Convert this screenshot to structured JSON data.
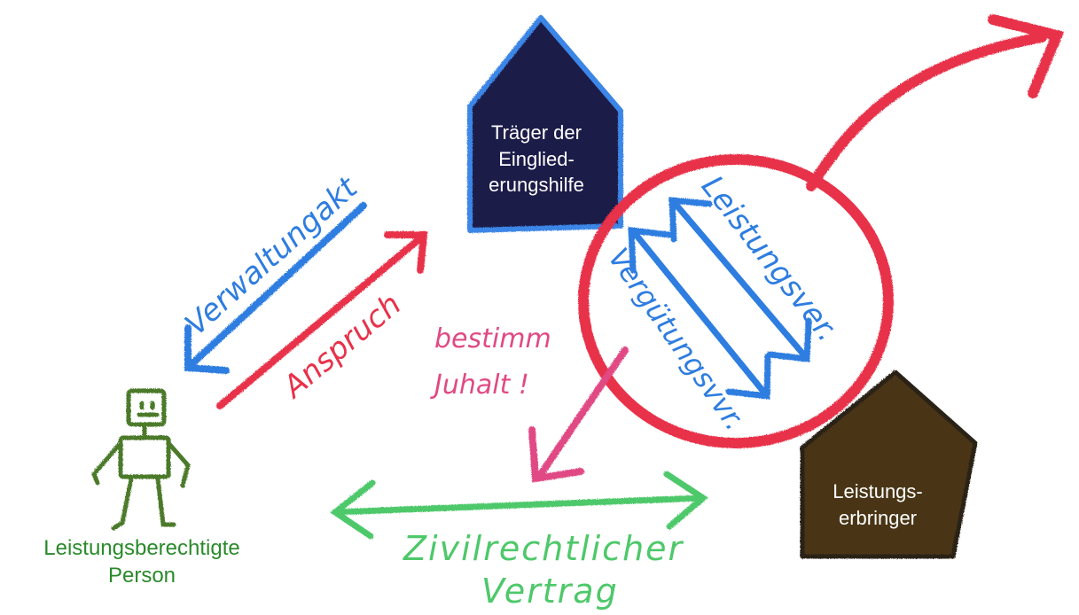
{
  "colors": {
    "blue": "#2e7de0",
    "red": "#e8324a",
    "green": "#4ec86a",
    "dark_green": "#4c7a2c",
    "magenta": "#e04a84",
    "navy": "#1c1a48",
    "brown": "#4a3418",
    "white": "#ffffff"
  },
  "nodes": {
    "traeger": {
      "label": "Träger der\nEinglied-\nerungshilfe",
      "icon": "house-icon"
    },
    "erbringer": {
      "label": "Leistungs-\nerbringer",
      "icon": "house-icon"
    },
    "person": {
      "label": "Leistungsberechtigte\nPerson",
      "icon": "stick-figure-icon"
    }
  },
  "edges": {
    "verwaltungsakt": "Verwaltungakt",
    "anspruch": "Anspruch",
    "leistungsvereinbarung": "Leistungsver.",
    "verguetungsvereinbarung": "Vergütungsvvr.",
    "bestimmt_inhalt_line1": "bestimm",
    "bestimmt_inhalt_line2": "Juhalt !",
    "zivilrecht_line1": "Zivilrechtlicher",
    "zivilrecht_line2": "Vertrag"
  }
}
